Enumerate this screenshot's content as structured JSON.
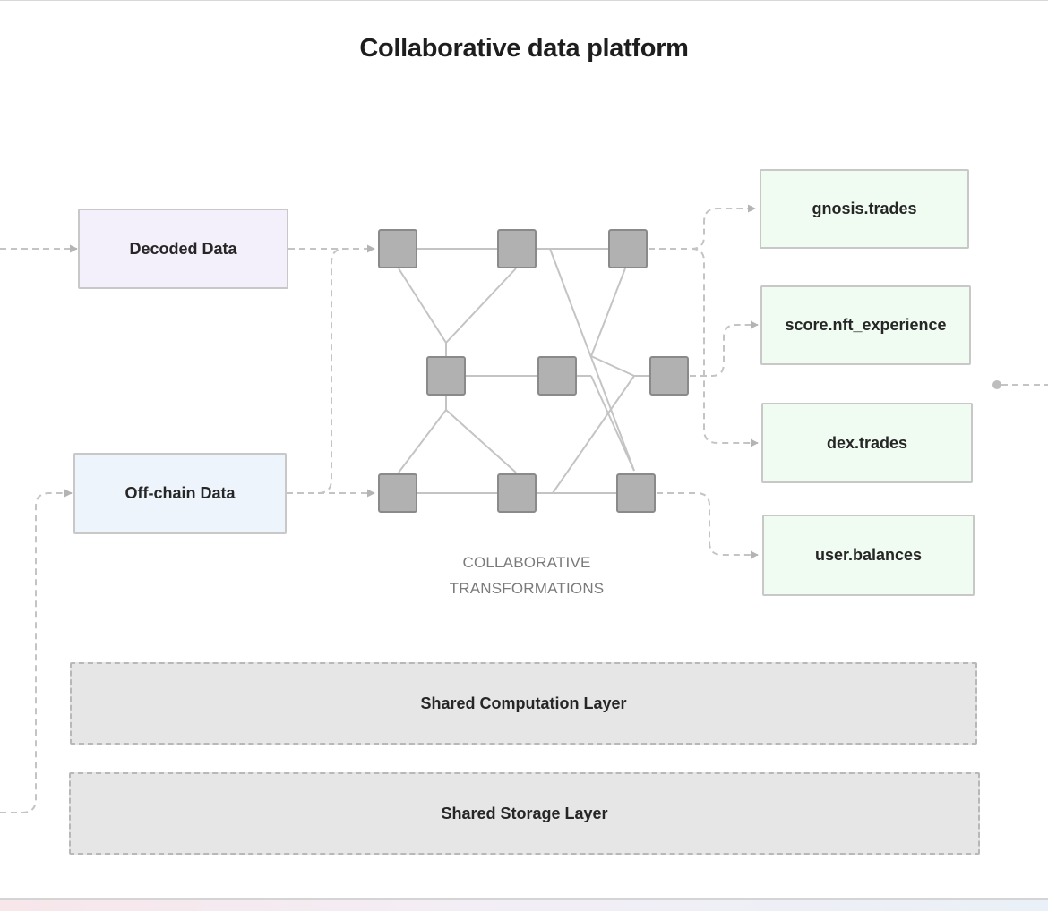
{
  "title": "Collaborative data platform",
  "sources": {
    "decoded": "Decoded Data",
    "offchain": "Off-chain Data"
  },
  "outputs": [
    "gnosis.trades",
    "score.nft_experience",
    "dex.trades",
    "user.balances"
  ],
  "transform_label": [
    "COLLABORATIVE",
    "TRANSFORMATIONS"
  ],
  "layers": {
    "computation": "Shared Computation Layer",
    "storage": "Shared Storage Layer"
  },
  "colors": {
    "decoded_fill": "#f3effb",
    "offchain_fill": "#edf4fc",
    "output_fill": "#f0fbf1",
    "layer_fill": "#e6e6e6",
    "node_fill": "#b1b1b1",
    "node_border": "#8a8a8a",
    "connector": "#c4c4c4"
  }
}
